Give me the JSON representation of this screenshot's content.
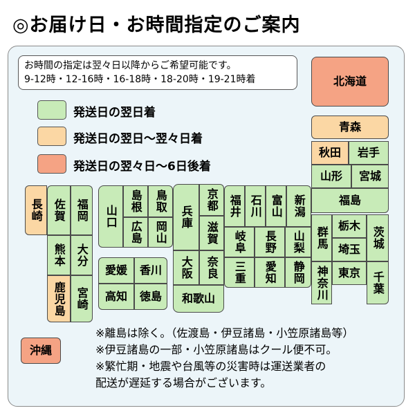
{
  "title": "◎お届け日・お時間指定のご案内",
  "notice": {
    "line1": "お時間の指定は翌々日以降からご希望可能です。",
    "line2": "9-12時・12-16時・16-18時・18-20時・19-21時着"
  },
  "legend": [
    {
      "label": "発送日の翌日着",
      "color": "#c8ebb8"
    },
    {
      "label": "発送日の翌日～翌々日着",
      "color": "#fbd7a4"
    },
    {
      "label": "発送日の翌々日～6日後着",
      "color": "#f5a384"
    }
  ],
  "colors": {
    "green": "#c8ebb8",
    "orange": "#fbd7a4",
    "red": "#f5a384"
  },
  "prefectures": {
    "hokkaido": "北海道",
    "aomori": "青森",
    "akita": "秋田",
    "iwate": "岩手",
    "yamagata": "山形",
    "miyagi": "宮城",
    "fukushima": "福島",
    "niigata": "新潟",
    "fukui": "福井",
    "ishikawa": "石川",
    "toyama": "富山",
    "gifu": "岐阜",
    "nagano": "長野",
    "yamanashi": "山梨",
    "gunma": "群馬",
    "tochigi": "栃木",
    "ibaraki": "茨城",
    "saitama": "埼玉",
    "kanagawa": "神奈川",
    "tokyo": "東京",
    "chiba": "千葉",
    "mie": "三重",
    "aichi": "愛知",
    "shizuoka": "静岡",
    "kyoto": "京都",
    "shiga": "滋賀",
    "hyogo": "兵庫",
    "osaka": "大阪",
    "nara": "奈良",
    "wakayama": "和歌山",
    "yamaguchi": "山口",
    "shimane": "島根",
    "tottori": "鳥取",
    "hiroshima": "広島",
    "okayama": "岡山",
    "ehime": "愛媛",
    "kagawa": "香川",
    "kochi": "高知",
    "tokushima": "徳島",
    "nagasaki": "長崎",
    "saga": "佐賀",
    "fukuoka": "福岡",
    "kumamoto": "熊本",
    "oita": "大分",
    "kagoshima": "鹿児島",
    "miyazaki": "宮崎",
    "okinawa": "沖縄"
  },
  "notes": [
    "※離島は除く。（佐渡島・伊豆諸島・小笠原諸島等）",
    "※伊豆諸島の一部・小笠原諸島はクール便不可。",
    "※繁忙期・地震や台風等の災害時は運送業者の",
    "配送が遅延する場合がございます。"
  ]
}
